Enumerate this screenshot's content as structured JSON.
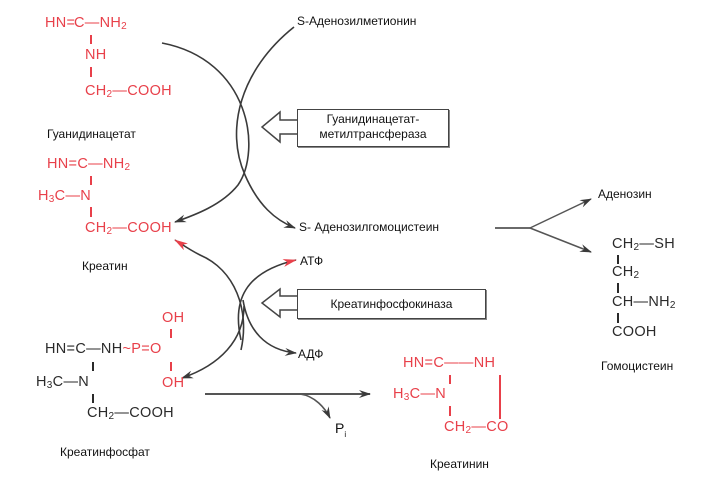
{
  "colors": {
    "highlight": "#e8404a",
    "structure": "#2a2a2a",
    "arrow": "#3a3a3a"
  },
  "compounds": {
    "guanidinoacetate": {
      "label": "Гуанидинацетат",
      "row1": [
        "HN",
        "C",
        "NH",
        "2"
      ],
      "row2": "NH",
      "row3": [
        "CH",
        "2",
        "COOH"
      ]
    },
    "creatine": {
      "label": "Креатин",
      "row1": [
        "HN",
        "C",
        "NH",
        "2"
      ],
      "row2": [
        "H",
        "3",
        "C",
        "N"
      ],
      "row3": [
        "CH",
        "2",
        "COOH"
      ]
    },
    "creatine_phosphate": {
      "label": "Креатинфосфат",
      "row1": [
        "HN",
        "C",
        "NH",
        "~",
        "P",
        "O"
      ],
      "oh_top": "OH",
      "oh_bottom": "OH",
      "row2": [
        "H",
        "3",
        "C",
        "N"
      ],
      "row3": [
        "CH",
        "2",
        "COOH"
      ]
    },
    "creatinine": {
      "label": "Креатинин",
      "row1": [
        "HN",
        "C",
        "NH"
      ],
      "row2": [
        "H",
        "3",
        "C",
        "N"
      ],
      "row3": [
        "CH",
        "2",
        "CO"
      ]
    },
    "homocysteine": {
      "label": "Гомоцистеин",
      "row1": [
        "CH",
        "2",
        "SH"
      ],
      "row2": [
        "CH",
        "2"
      ],
      "row3": [
        "CH",
        "NH",
        "2"
      ],
      "row4": "COOH"
    }
  },
  "cofactors": {
    "sam": "S-Аденозилметионин",
    "sah": "S-  Аденозилгомоцистеин",
    "atp": "АТФ",
    "adp": "АДФ",
    "adenosine": "Аденозин",
    "pi": "P",
    "pi_sub": "i"
  },
  "enzymes": {
    "gamt_line1": "Гуанидинацетат-",
    "gamt_line2": "метилтрансфераза",
    "ck": "Креатинфосфокиназа"
  }
}
